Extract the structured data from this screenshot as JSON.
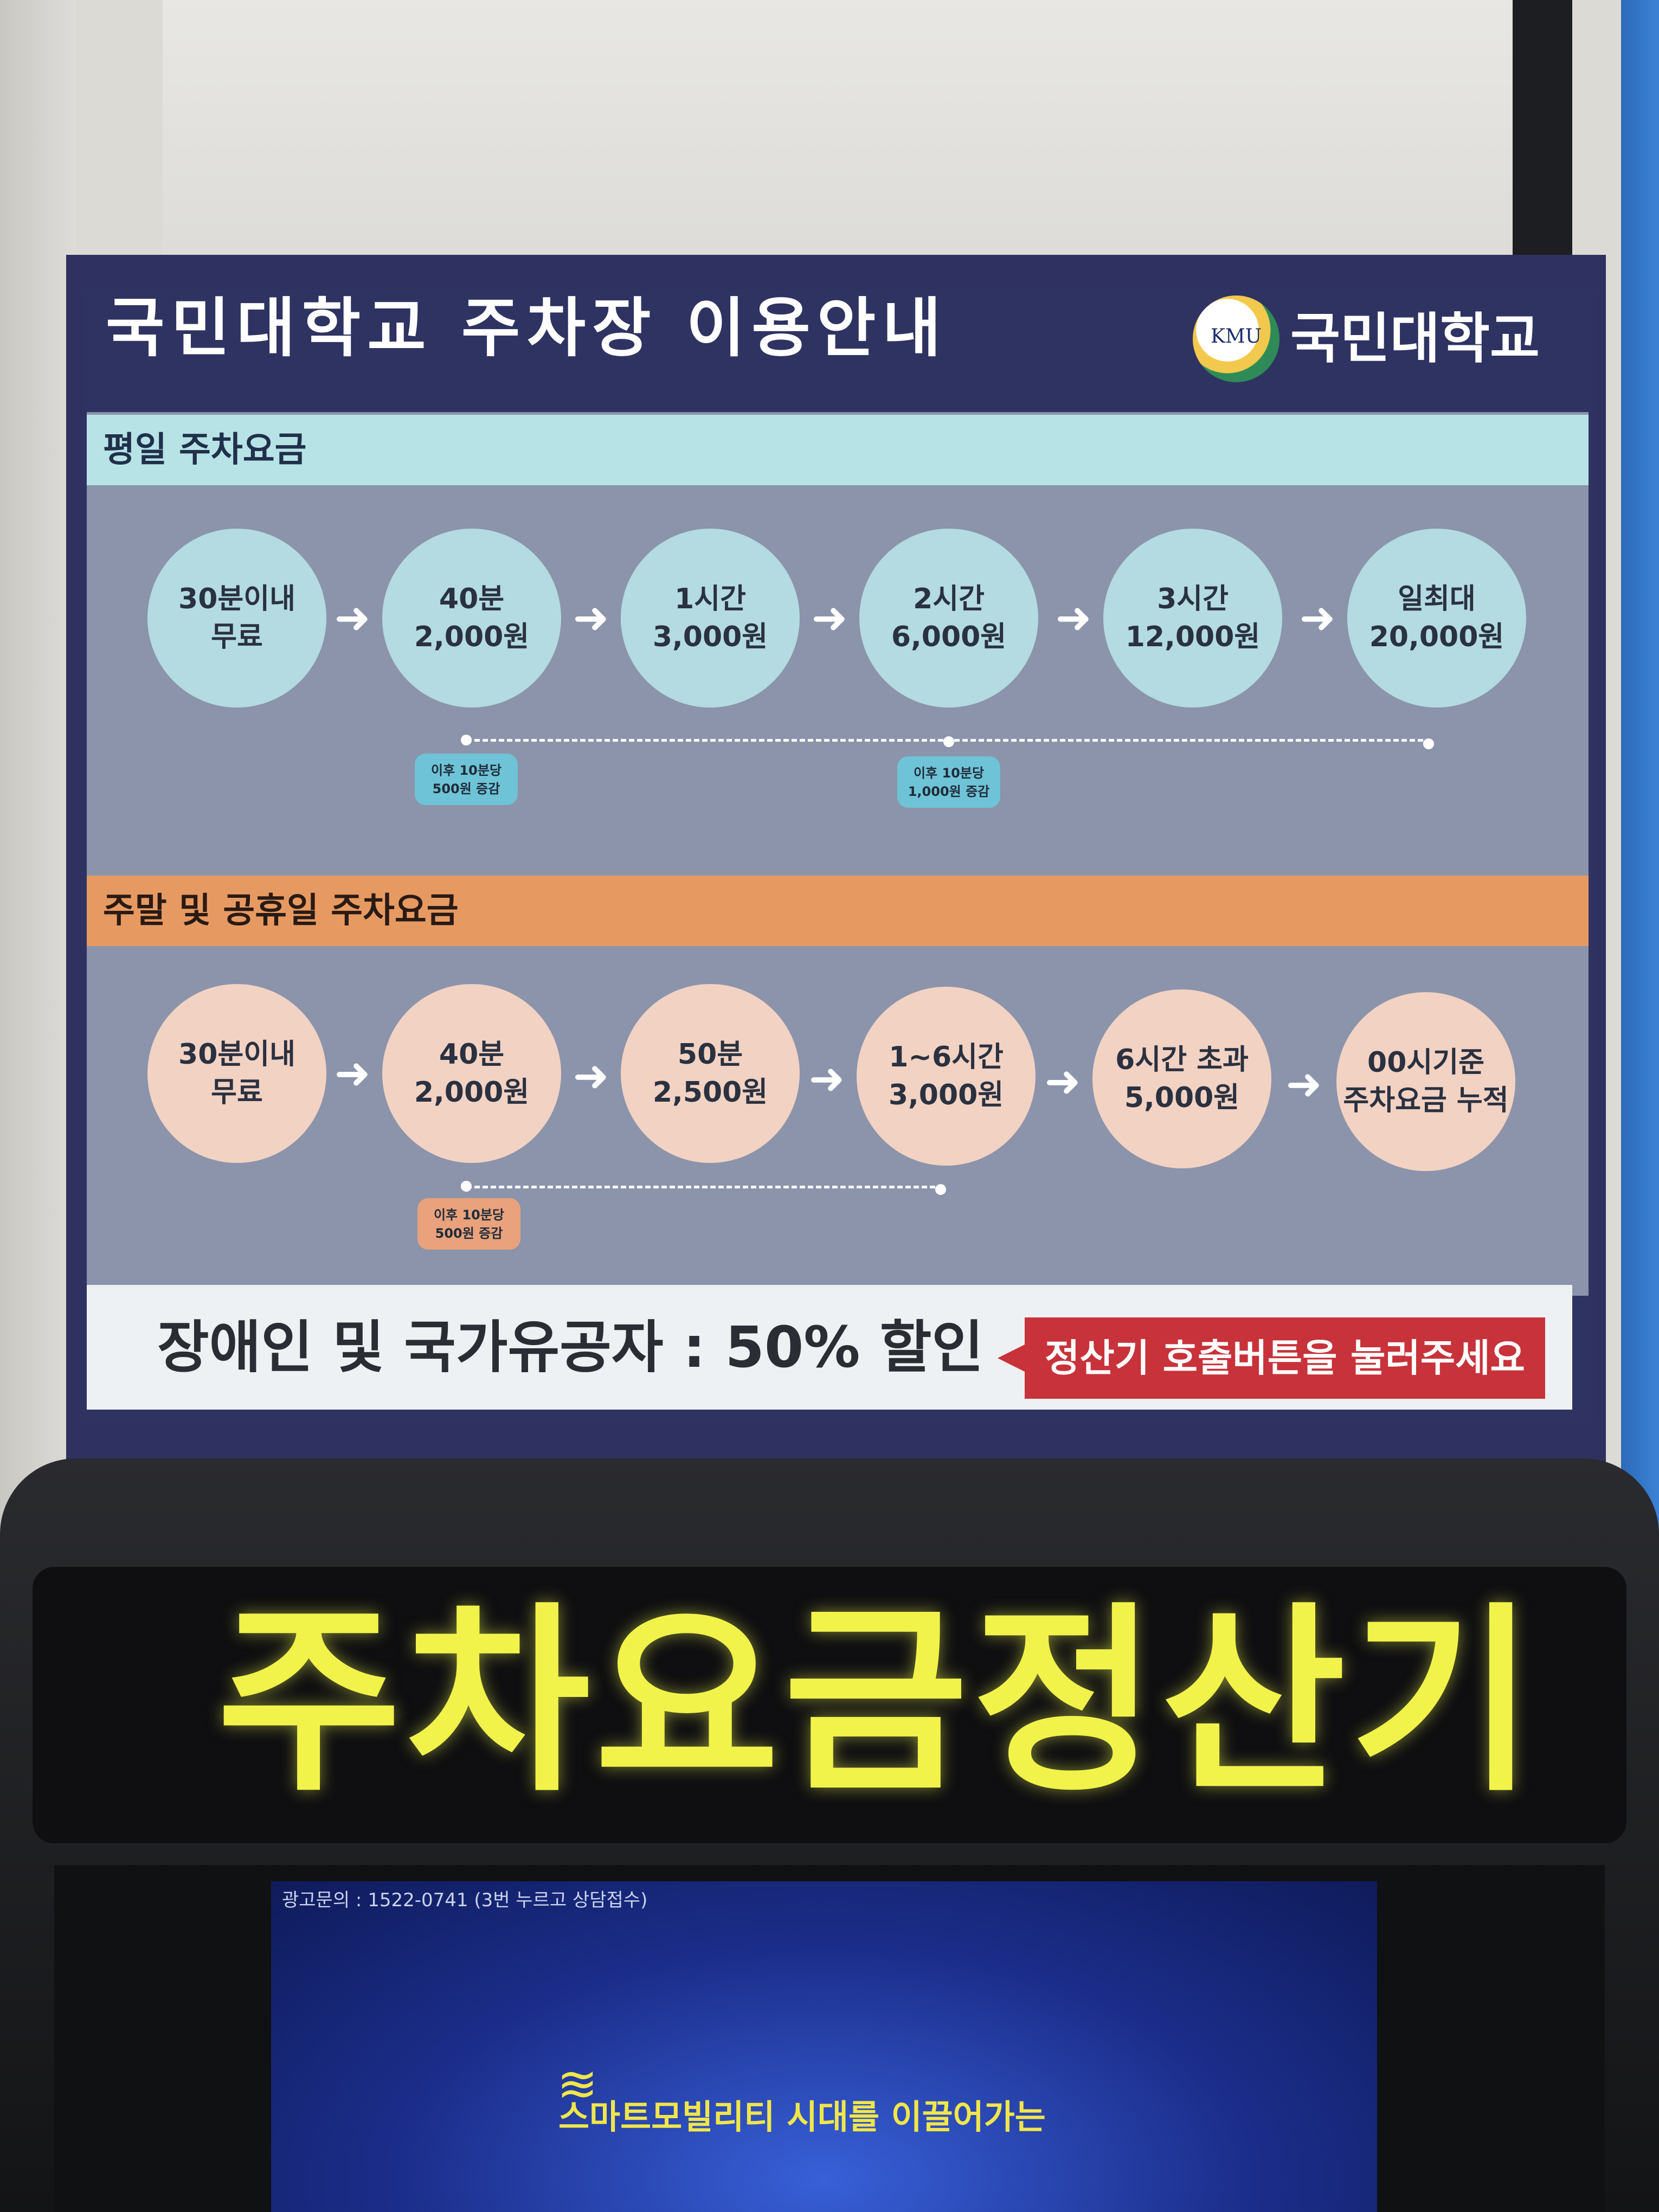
{
  "board": {
    "title": "국민대학교 주차장 이용안내",
    "logo_text": "KMU",
    "logo_name": "국민대학교"
  },
  "weekday": {
    "header": "평일 주차요금",
    "steps": [
      {
        "line1": "30분이내",
        "line2": "무료"
      },
      {
        "line1": "40분",
        "line2": "2,000원"
      },
      {
        "line1": "1시간",
        "line2": "3,000원"
      },
      {
        "line1": "2시간",
        "line2": "6,000원"
      },
      {
        "line1": "3시간",
        "line2": "12,000원"
      },
      {
        "line1": "일최대",
        "line2": "20,000원"
      }
    ],
    "notes": [
      {
        "line1": "이후 10분당",
        "line2": "500원 증감"
      },
      {
        "line1": "이후 10분당",
        "line2": "1,000원 증감"
      }
    ]
  },
  "weekend": {
    "header": "주말 및 공휴일 주차요금",
    "steps": [
      {
        "line1": "30분이내",
        "line2": "무료"
      },
      {
        "line1": "40분",
        "line2": "2,000원"
      },
      {
        "line1": "50분",
        "line2": "2,500원"
      },
      {
        "line1": "1~6시간",
        "line2": "3,000원"
      },
      {
        "line1": "6시간 초과",
        "line2": "5,000원"
      },
      {
        "line1": "00시기준",
        "line2": "주차요금 누적"
      }
    ],
    "notes": [
      {
        "line1": "이후 10분당",
        "line2": "500원 증감"
      }
    ]
  },
  "footer": {
    "discount": "장애인 및 국가유공자 : 50% 할인",
    "call_notice": "정산기 호출버튼을 눌러주세요"
  },
  "machine": {
    "title": "주차요금정산기",
    "ad_contact": "광고문의 : 1522-0741 (3번 누르고 상담접수)",
    "ad_slogan": "스마트모빌리티 시대를 이끌어가는"
  },
  "colors": {
    "board_navy": "#2f3160",
    "weekday_accent": "#b7e3e6",
    "weekend_accent": "#e69a62",
    "call_red": "#c8323a",
    "machine_text_yellow": "#f1f34a"
  },
  "icons": {
    "step_arrow": "arrow-right-icon",
    "ad_signal": "wifi-icon"
  }
}
